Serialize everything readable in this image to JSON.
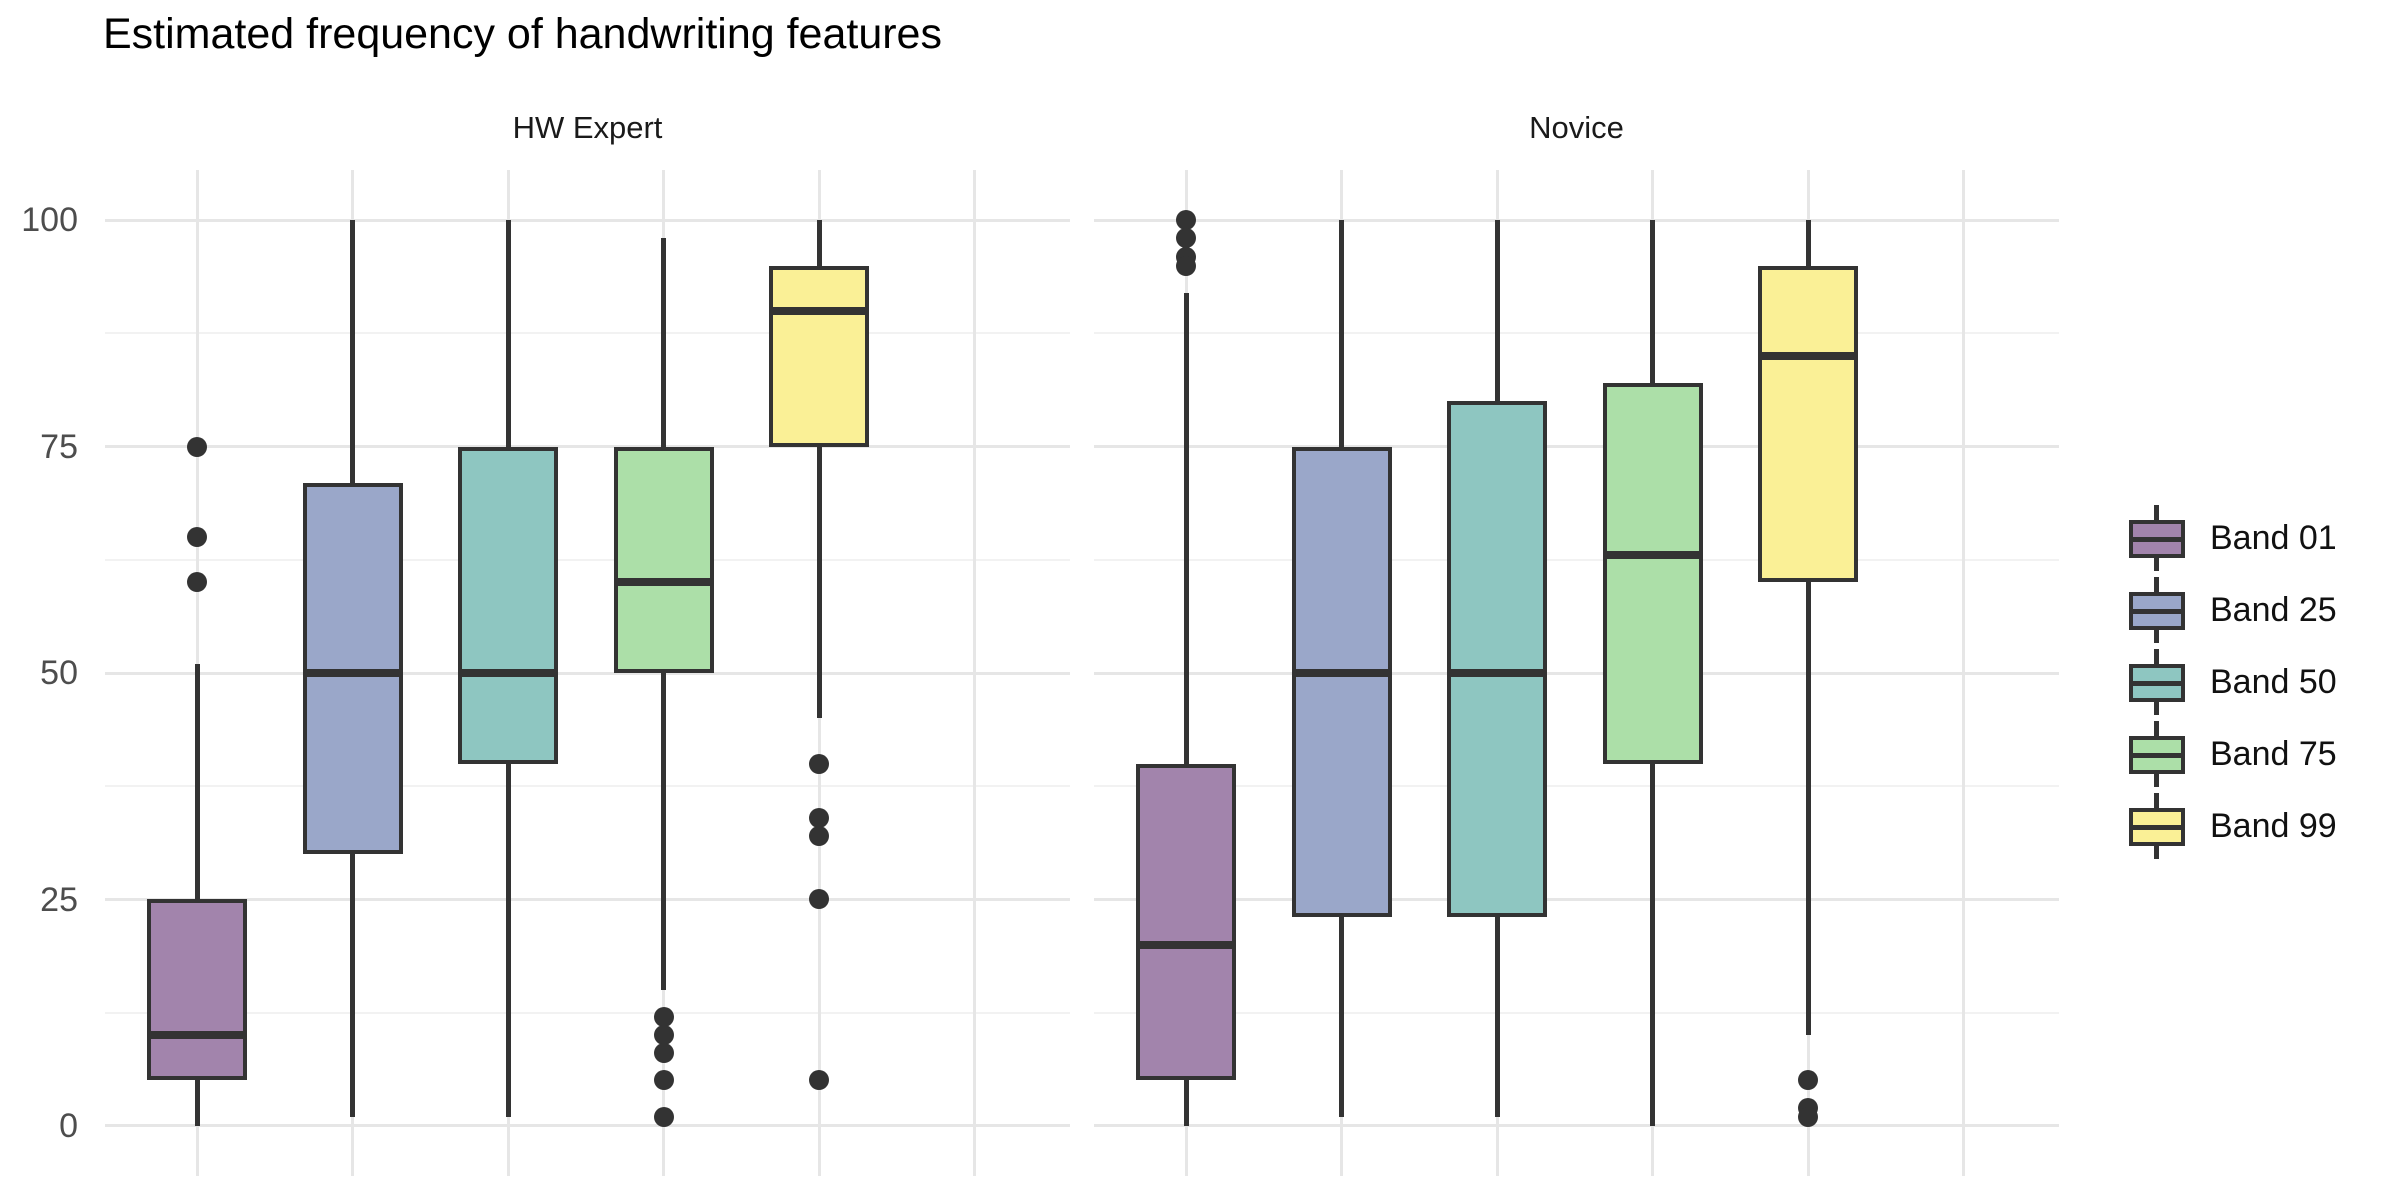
{
  "title": "Estimated frequency of handwriting features",
  "colors": {
    "stroke": "#333333",
    "grid_major": "#E6E6E6",
    "grid_minor": "#F2F2F2",
    "axis_text": "#4D4D4D",
    "bands": {
      "band01": "#A284AC",
      "band25": "#9AA7C9",
      "band50": "#8EC6C1",
      "band75": "#ACDFA8",
      "band99": "#FAF096"
    }
  },
  "y_axis": {
    "labels": [
      "100",
      "75",
      "50",
      "25",
      "0"
    ]
  },
  "legend": {
    "items": [
      {
        "label": "Band 01",
        "color_key": "band01"
      },
      {
        "label": "Band 25",
        "color_key": "band25"
      },
      {
        "label": "Band 50",
        "color_key": "band50"
      },
      {
        "label": "Band 75",
        "color_key": "band75"
      },
      {
        "label": "Band 99",
        "color_key": "band99"
      }
    ]
  },
  "chart_data": {
    "type": "boxplot",
    "title": "Estimated frequency of handwriting features",
    "xlabel": "",
    "ylabel": "",
    "ylim": [
      0,
      100
    ],
    "y_ticks": [
      0,
      25,
      50,
      75,
      100
    ],
    "y_minor_ticks": [
      12.5,
      37.5,
      62.5,
      87.5
    ],
    "x_slots_per_facet": 6,
    "grid": true,
    "legend_position": "right",
    "facets": [
      {
        "label": "HW Expert",
        "boxes": [
          {
            "band": "Band 01",
            "color_key": "band01",
            "slot": 0,
            "whisker_low": 0,
            "q1": 5,
            "median": 10,
            "q3": 25,
            "whisker_high": 51,
            "outliers": [
              60,
              65,
              75
            ]
          },
          {
            "band": "Band 25",
            "color_key": "band25",
            "slot": 1,
            "whisker_low": 1,
            "q1": 30,
            "median": 50,
            "q3": 71,
            "whisker_high": 100,
            "outliers": []
          },
          {
            "band": "Band 50",
            "color_key": "band50",
            "slot": 2,
            "whisker_low": 1,
            "q1": 40,
            "median": 50,
            "q3": 75,
            "whisker_high": 100,
            "outliers": []
          },
          {
            "band": "Band 75",
            "color_key": "band75",
            "slot": 3,
            "whisker_low": 15,
            "q1": 50,
            "median": 60,
            "q3": 75,
            "whisker_high": 98,
            "outliers": [
              12,
              10,
              8,
              5,
              1
            ]
          },
          {
            "band": "Band 99",
            "color_key": "band99",
            "slot": 4,
            "whisker_low": 45,
            "q1": 75,
            "median": 90,
            "q3": 95,
            "whisker_high": 100,
            "outliers": [
              40,
              34,
              32,
              25,
              5
            ]
          }
        ]
      },
      {
        "label": "Novice",
        "boxes": [
          {
            "band": "Band 01",
            "color_key": "band01",
            "slot": 0,
            "whisker_low": 0,
            "q1": 5,
            "median": 20,
            "q3": 40,
            "whisker_high": 92,
            "outliers": [
              100,
              98,
              96,
              95
            ]
          },
          {
            "band": "Band 25",
            "color_key": "band25",
            "slot": 1,
            "whisker_low": 1,
            "q1": 23,
            "median": 50,
            "q3": 75,
            "whisker_high": 100,
            "outliers": []
          },
          {
            "band": "Band 50",
            "color_key": "band50",
            "slot": 2,
            "whisker_low": 1,
            "q1": 23,
            "median": 50,
            "q3": 80,
            "whisker_high": 100,
            "outliers": []
          },
          {
            "band": "Band 75",
            "color_key": "band75",
            "slot": 3,
            "whisker_low": 0,
            "q1": 40,
            "median": 63,
            "q3": 82,
            "whisker_high": 100,
            "outliers": []
          },
          {
            "band": "Band 99",
            "color_key": "band99",
            "slot": 4,
            "whisker_low": 10,
            "q1": 60,
            "median": 85,
            "q3": 95,
            "whisker_high": 100,
            "outliers": [
              5,
              2,
              1
            ]
          }
        ]
      }
    ]
  }
}
